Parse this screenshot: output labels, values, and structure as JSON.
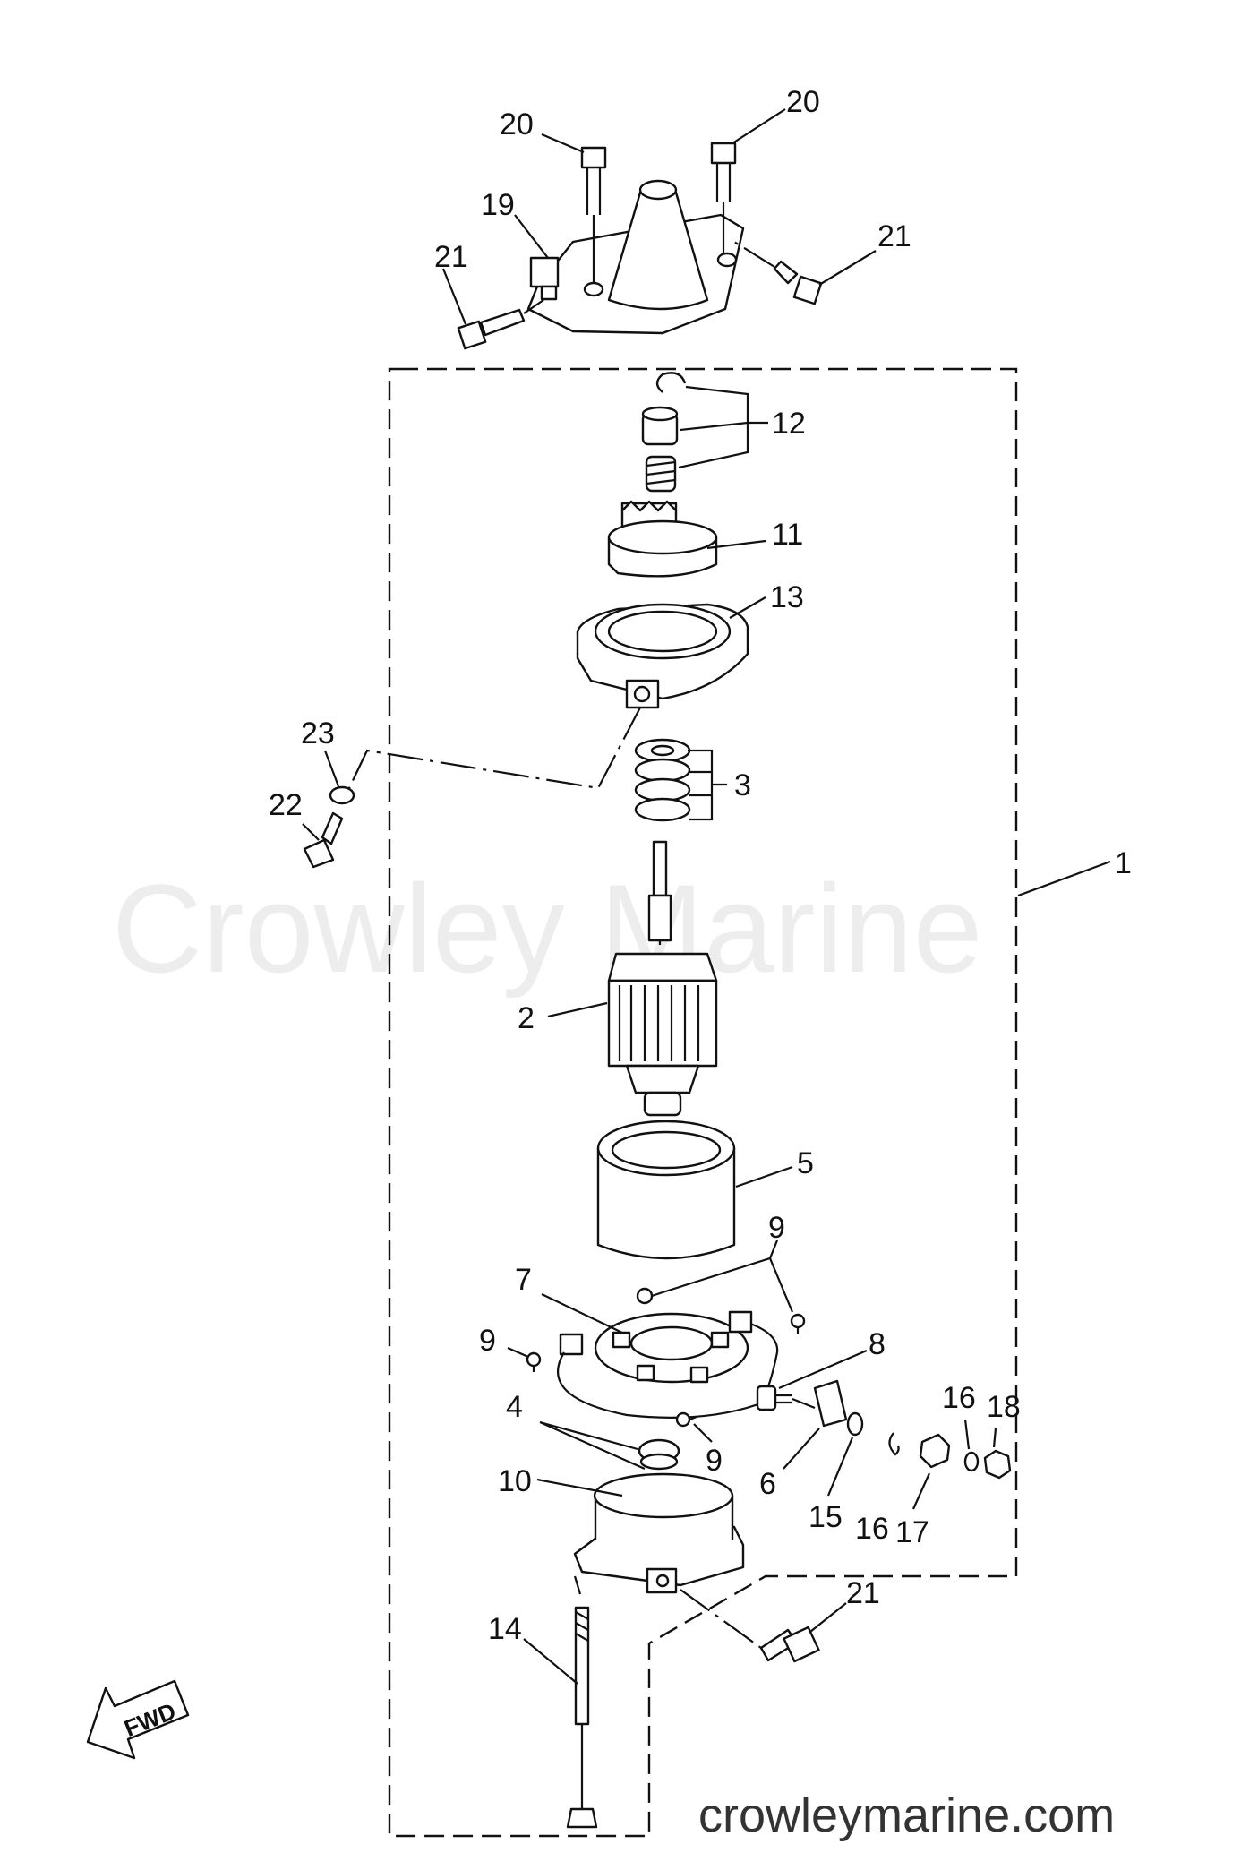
{
  "watermark": "Crowley Marine",
  "site_url": "crowleymarine.com",
  "direction_label": "FWD",
  "callouts": {
    "c1": "1",
    "c2": "2",
    "c3": "3",
    "c4": "4",
    "c5": "5",
    "c6": "6",
    "c7": "7",
    "c8": "8",
    "c9a": "9",
    "c9b": "9",
    "c9c": "9",
    "c10": "10",
    "c11": "11",
    "c12": "12",
    "c13": "13",
    "c14": "14",
    "c15": "15",
    "c16a": "16",
    "c16b": "16",
    "c17": "17",
    "c18": "18",
    "c19": "19",
    "c20a": "20",
    "c20b": "20",
    "c21a": "21",
    "c21b": "21",
    "c21c": "21",
    "c22": "22",
    "c23": "23"
  }
}
